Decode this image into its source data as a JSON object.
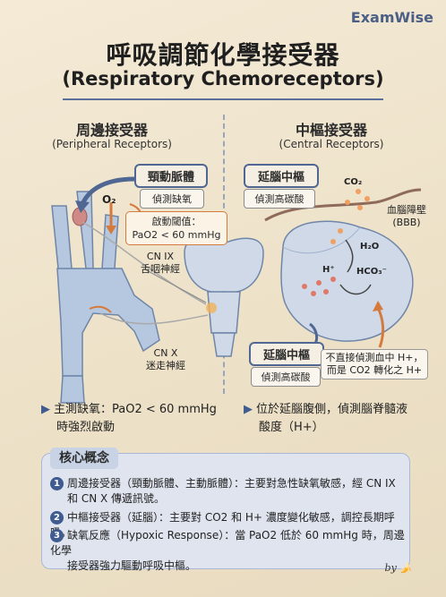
{
  "brand": "ExamWise",
  "title_zh": "呼吸調節化學接受器",
  "title_en": "(Respiratory Chemoreceptors)",
  "left": {
    "title": "周邊接受器",
    "subtitle": "(Peripheral Receptors)",
    "carotid_tag": "頸動脈體",
    "carotid_note": "偵測缺氧",
    "o2_label": "O₂",
    "threshold_line1": "啟動閾值：",
    "threshold_line2": "PaO2 < 60 mmHg",
    "cn9_line1": "CN IX",
    "cn9_line2": "舌咽神經",
    "cn10_line1": "CN X",
    "cn10_line2": "迷走神經",
    "bullet_line1": "主測缺氧：PaO2 < 60 mmHg",
    "bullet_line2": "時強烈啟動"
  },
  "right": {
    "title": "中樞接受器",
    "subtitle": "(Central Receptors)",
    "medulla_tag_top": "延腦中樞",
    "note_top": "偵測高碳酸",
    "co2_label": "CO₂",
    "bbb_line1": "血腦障壁",
    "bbb_line2": "(BBB)",
    "h2o_label": "H₂O",
    "h_label": "H⁺",
    "hco3_label": "HCO₃⁻",
    "medulla_tag_bottom": "延腦中樞",
    "note_bottom": "偵測高碳酸",
    "indirect_line1": "不直接偵測血中 H+，",
    "indirect_line2": "而是 CO2 轉化之 H+",
    "bullet_line1": "位於延腦腹側，偵測腦脊髓液",
    "bullet_line2": "酸度（H+）"
  },
  "core": {
    "title": "核心概念",
    "items": [
      {
        "num": "1",
        "line1": "周邊接受器（頸動脈體、主動脈體）：主要對急性缺氧敏感，經 CN IX",
        "line2": "和 CN X 傳遞訊號。"
      },
      {
        "num": "2",
        "line1": "中樞接受器（延腦）：主要對 CO2 和 H+ 濃度變化敏感，調控長期呼吸。",
        "line2": ""
      },
      {
        "num": "3",
        "line1": "缺氧反應（Hypoxic Response）：當 PaO2 低於 60 mmHg 時，周邊化學",
        "line2": "接受器強力驅動呼吸中樞。"
      }
    ]
  },
  "signature": "by",
  "colors": {
    "accent": "#4f6792",
    "orange": "#d57a3d",
    "vessel": "#b6c8df",
    "brain": "#cfd9e8"
  }
}
